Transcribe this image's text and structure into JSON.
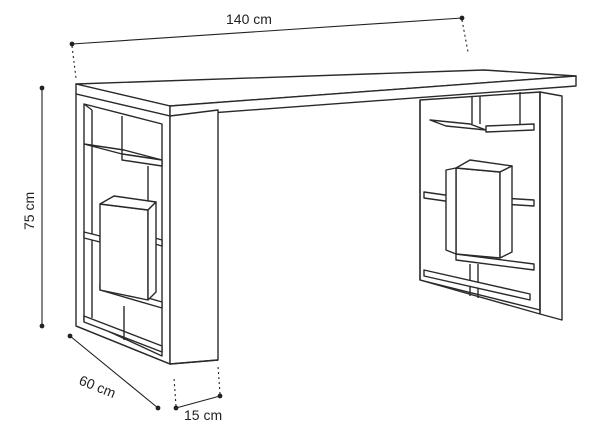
{
  "diagram": {
    "subject": "desk-with-shelves",
    "stroke_color": "#2a2a2a",
    "background": "#ffffff",
    "dimensions": {
      "width": "140 cm",
      "height": "75 cm",
      "depth": "60 cm",
      "panel": "15 cm"
    }
  }
}
